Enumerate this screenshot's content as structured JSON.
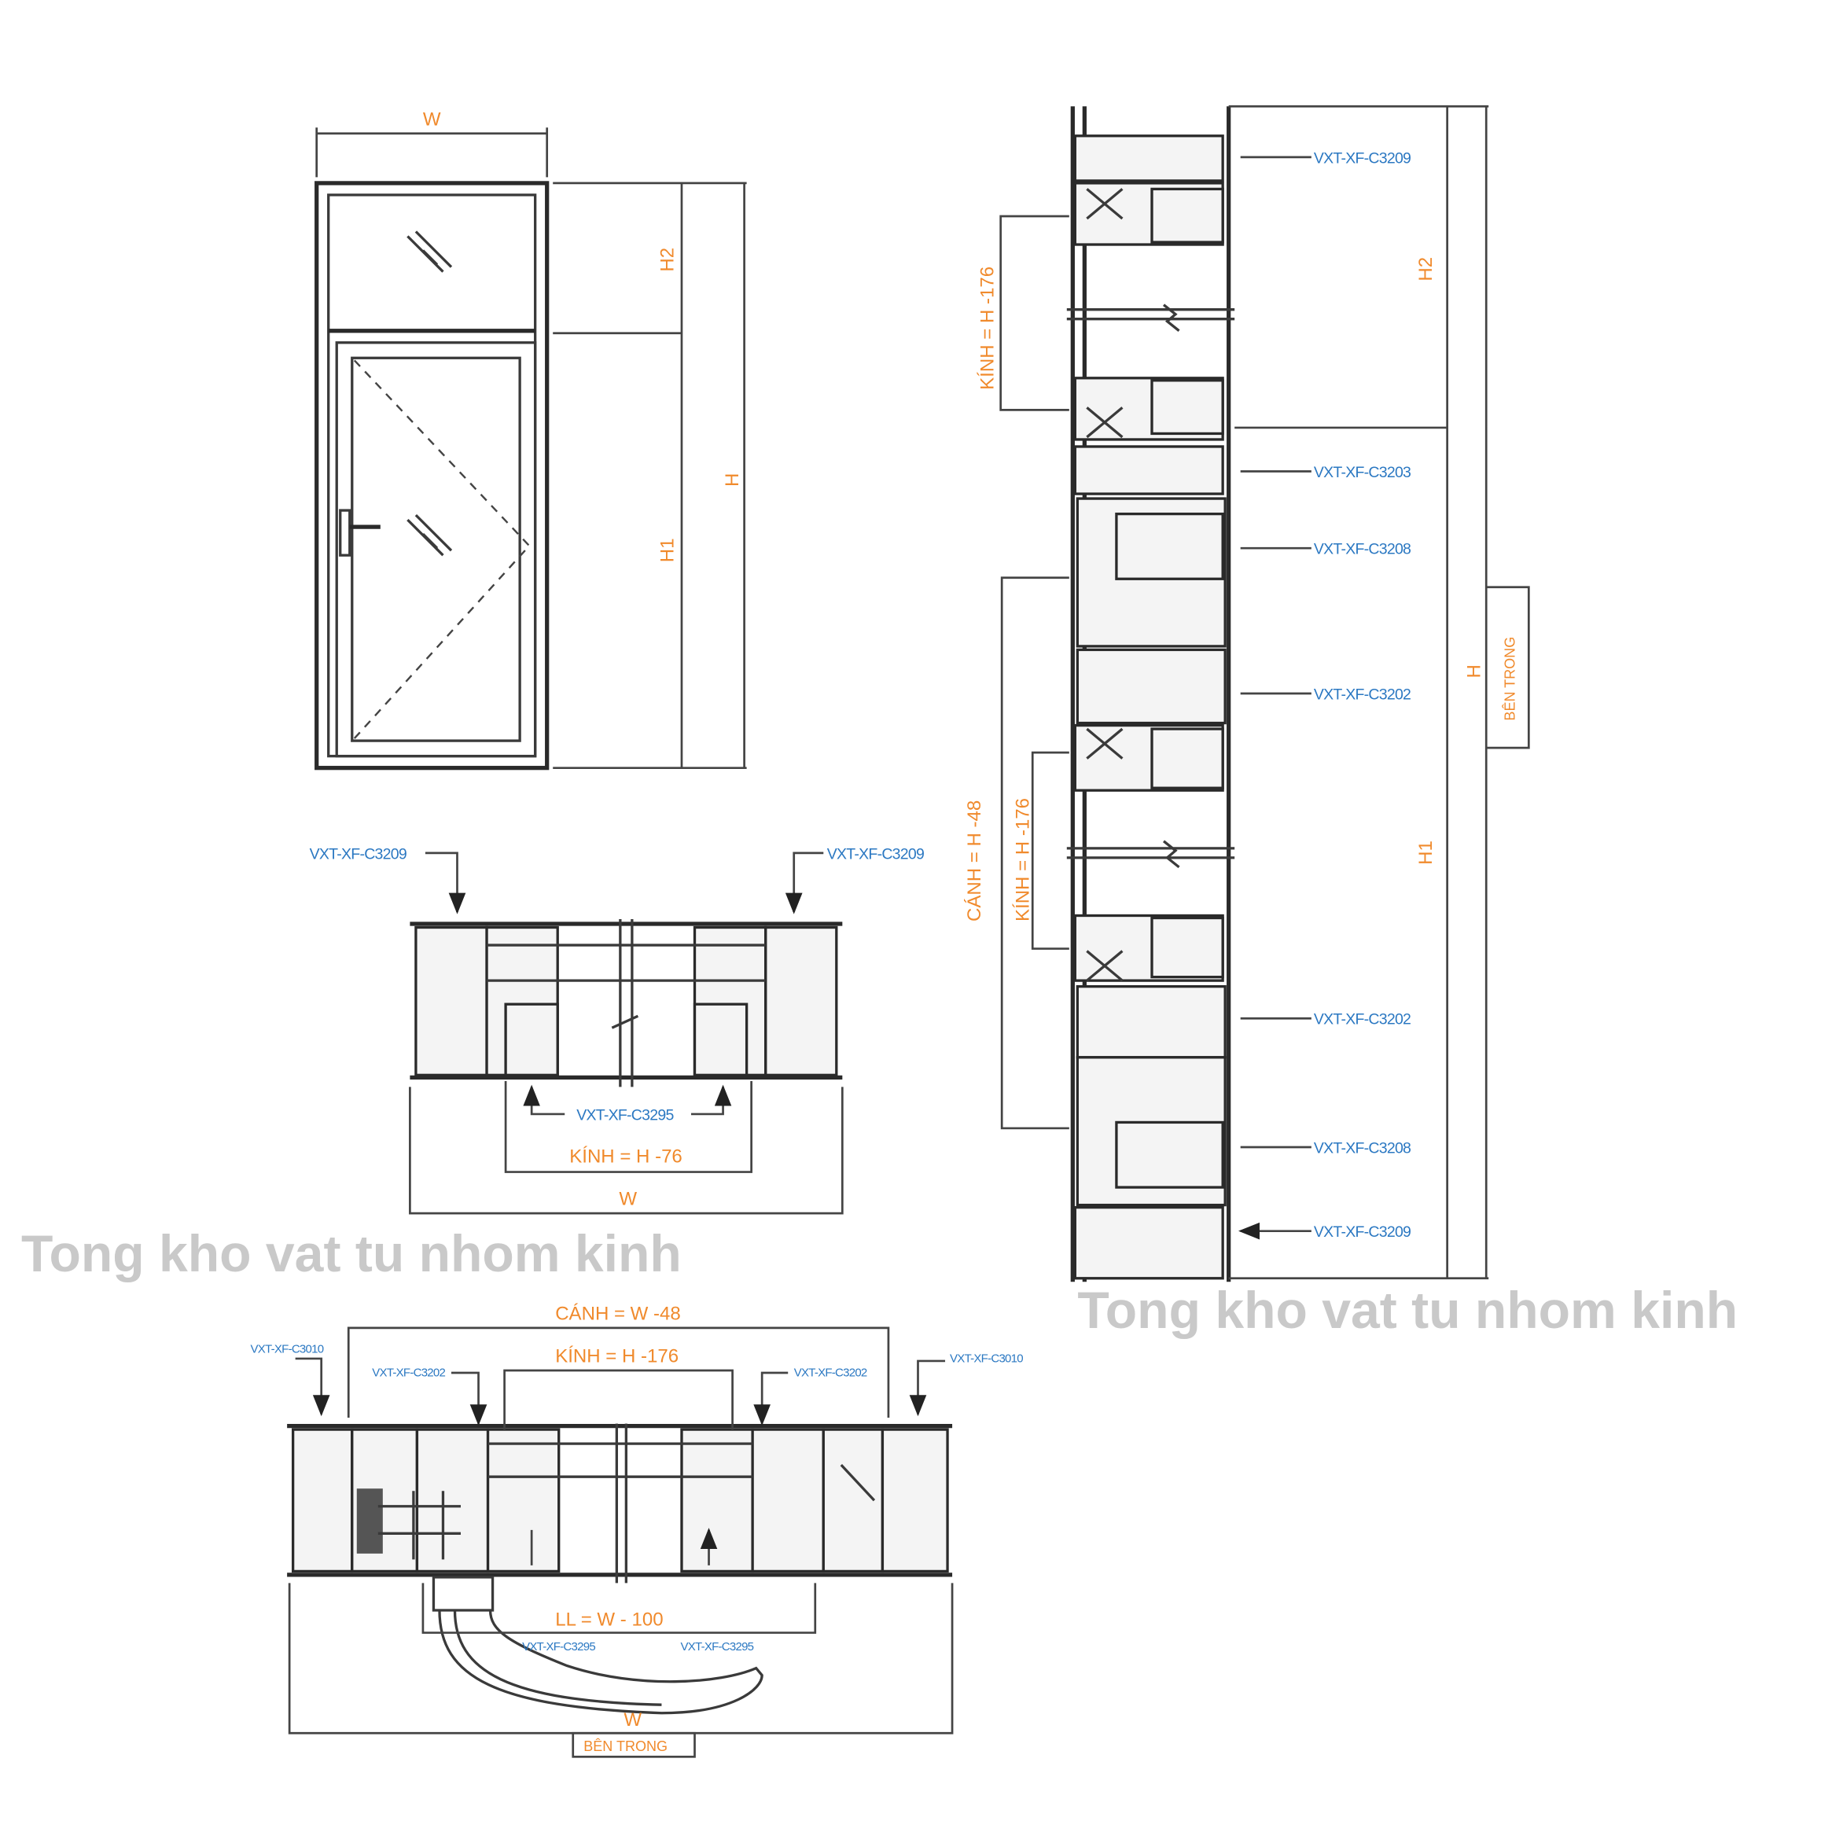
{
  "colors": {
    "label_blue": "#2b78c2",
    "dimension_orange": "#f08a2c",
    "line": "#3a3a3a",
    "watermark": "#c9c9c9"
  },
  "watermark": "Tong kho vat tu nhom kinh",
  "elevation": {
    "width_label": "W",
    "h2_label": "H2",
    "h1_label": "H1",
    "h_label": "H"
  },
  "vertical_section": {
    "labels": [
      "VXT-XF-C3209",
      "VXT-XF-C3203",
      "VXT-XF-C3208",
      "VXT-XF-C3202",
      "VXT-XF-C3202",
      "VXT-XF-C3208",
      "VXT-XF-C3209"
    ],
    "h2_label": "H2",
    "h1_label": "H1",
    "h_label": "H",
    "inside_label": "BÊN TRONG",
    "glass_top_label": "KÍNH = H -176",
    "leaf_label": "CÁNH = H -48",
    "glass_bottom_label": "KÍNH = H -176"
  },
  "transom_plan": {
    "left_label": "VXT-XF-C3209",
    "right_label": "VXT-XF-C3209",
    "bead_label": "VXT-XF-C3295",
    "glass_label": "KÍNH = H -76",
    "width_label": "W"
  },
  "door_plan": {
    "leaf_label": "CÁNH = W -48",
    "glass_label": "KÍNH = H -176",
    "frame_left_label": "VXT-XF-C3010",
    "frame_right_label": "VXT-XF-C3010",
    "sash_left_label": "VXT-XF-C3202",
    "sash_right_label": "VXT-XF-C3202",
    "bead_left_label": "VXT-XF-C3295",
    "bead_right_label": "VXT-XF-C3295",
    "ll_label": "LL = W - 100",
    "width_label": "W",
    "inside_label": "BÊN TRONG"
  }
}
